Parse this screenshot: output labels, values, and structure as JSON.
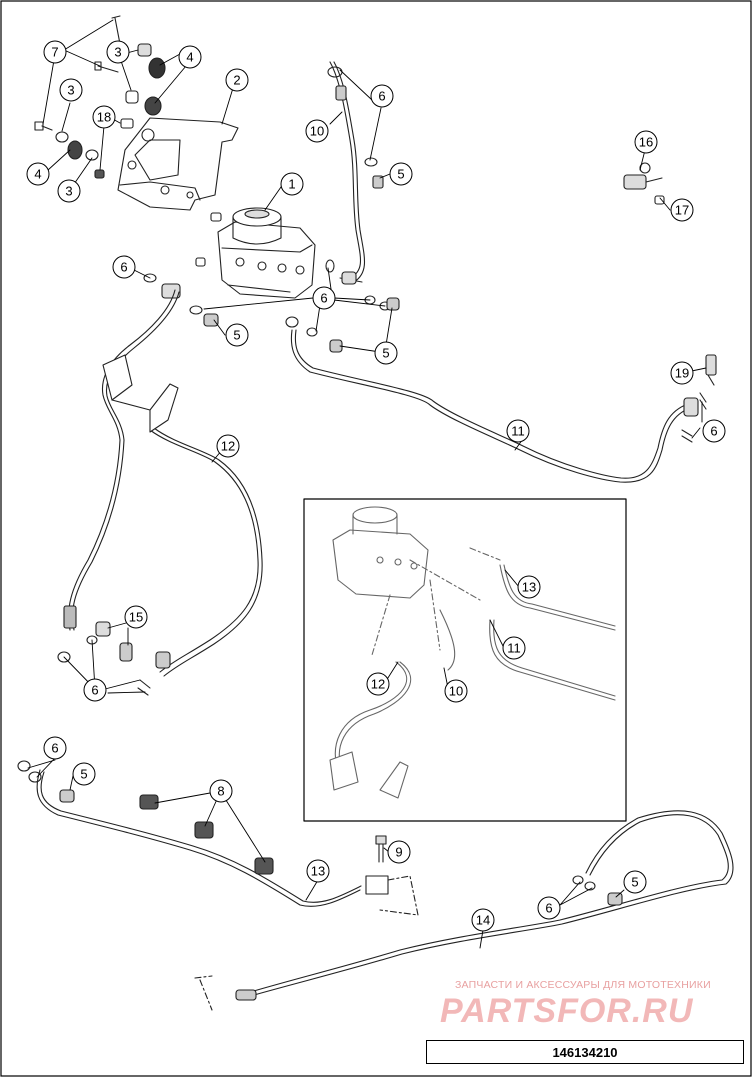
{
  "diagram": {
    "callouts": [
      {
        "id": "c7a",
        "num": "7"
      },
      {
        "id": "c3a",
        "num": "3"
      },
      {
        "id": "c4a",
        "num": "4"
      },
      {
        "id": "c2",
        "num": "2"
      },
      {
        "id": "c3b",
        "num": "3"
      },
      {
        "id": "c18",
        "num": "18"
      },
      {
        "id": "c4b",
        "num": "4"
      },
      {
        "id": "c3c",
        "num": "3"
      },
      {
        "id": "c1",
        "num": "1"
      },
      {
        "id": "c6a",
        "num": "6"
      },
      {
        "id": "c10a",
        "num": "10"
      },
      {
        "id": "c5a",
        "num": "5"
      },
      {
        "id": "c16",
        "num": "16"
      },
      {
        "id": "c17",
        "num": "17"
      },
      {
        "id": "c6b",
        "num": "6"
      },
      {
        "id": "c6c",
        "num": "6"
      },
      {
        "id": "c5b",
        "num": "5"
      },
      {
        "id": "c5c",
        "num": "5"
      },
      {
        "id": "c19",
        "num": "19"
      },
      {
        "id": "c11a",
        "num": "11"
      },
      {
        "id": "c6d",
        "num": "6"
      },
      {
        "id": "c12a",
        "num": "12"
      },
      {
        "id": "c15",
        "num": "15"
      },
      {
        "id": "c6e",
        "num": "6"
      },
      {
        "id": "c13a",
        "num": "13"
      },
      {
        "id": "c11b",
        "num": "11"
      },
      {
        "id": "c12b",
        "num": "12"
      },
      {
        "id": "c10b",
        "num": "10"
      },
      {
        "id": "c6f",
        "num": "6"
      },
      {
        "id": "c5d",
        "num": "5"
      },
      {
        "id": "c8",
        "num": "8"
      },
      {
        "id": "c9",
        "num": "9"
      },
      {
        "id": "c13b",
        "num": "13"
      },
      {
        "id": "c5e",
        "num": "5"
      },
      {
        "id": "c6g",
        "num": "6"
      },
      {
        "id": "c14",
        "num": "14"
      }
    ]
  },
  "watermark": {
    "tagline": "ЗАПЧАСТИ И АКСЕССУАРЫ ДЛЯ МОТОТЕХНИКИ",
    "logo": "PARTSFOR.RU"
  },
  "drawing_code": "146134210"
}
